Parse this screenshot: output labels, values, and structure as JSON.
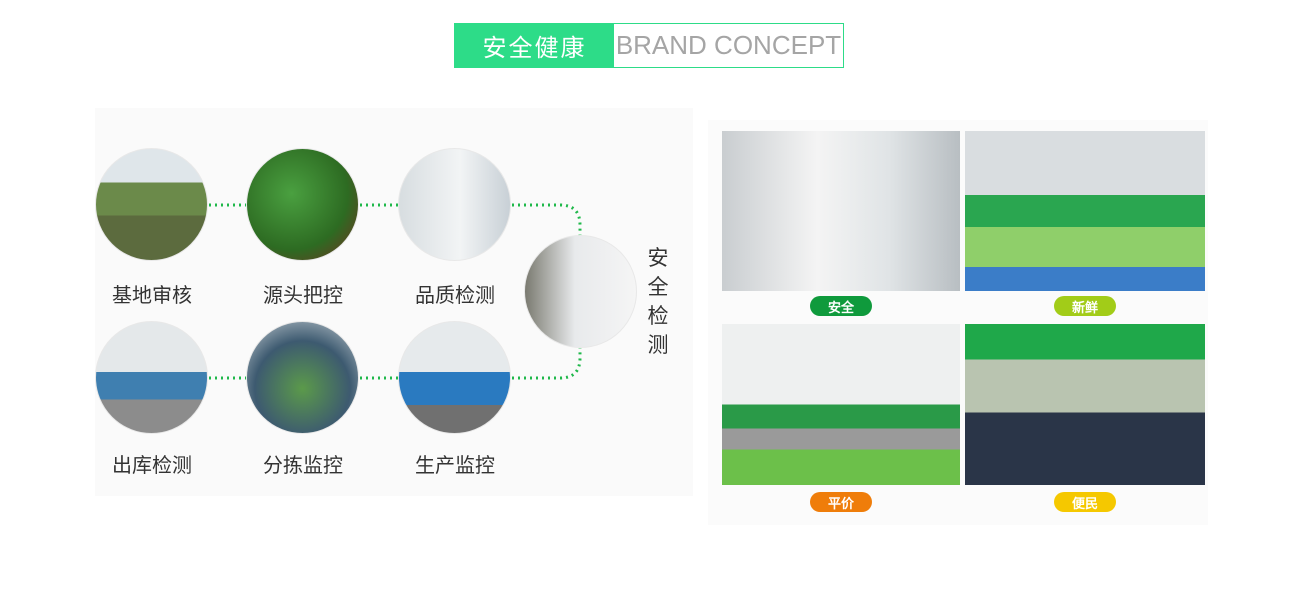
{
  "header": {
    "title_cn": "安全健康",
    "title_en": "BRAND CONCEPT"
  },
  "process": {
    "steps_top": [
      "基地审核",
      "源头把控",
      "品质检测"
    ],
    "steps_bottom": [
      "出库检测",
      "分拣监控",
      "生产监控"
    ],
    "center": "安全检测"
  },
  "features": [
    {
      "label": "安全",
      "color": "#0f9a3c"
    },
    {
      "label": "新鲜",
      "color": "#a2cc18"
    },
    {
      "label": "平价",
      "color": "#ef7d0a"
    },
    {
      "label": "便民",
      "color": "#f5c800"
    }
  ],
  "colors": {
    "accent": "#2ddc88",
    "dots": "#1fb84a"
  }
}
